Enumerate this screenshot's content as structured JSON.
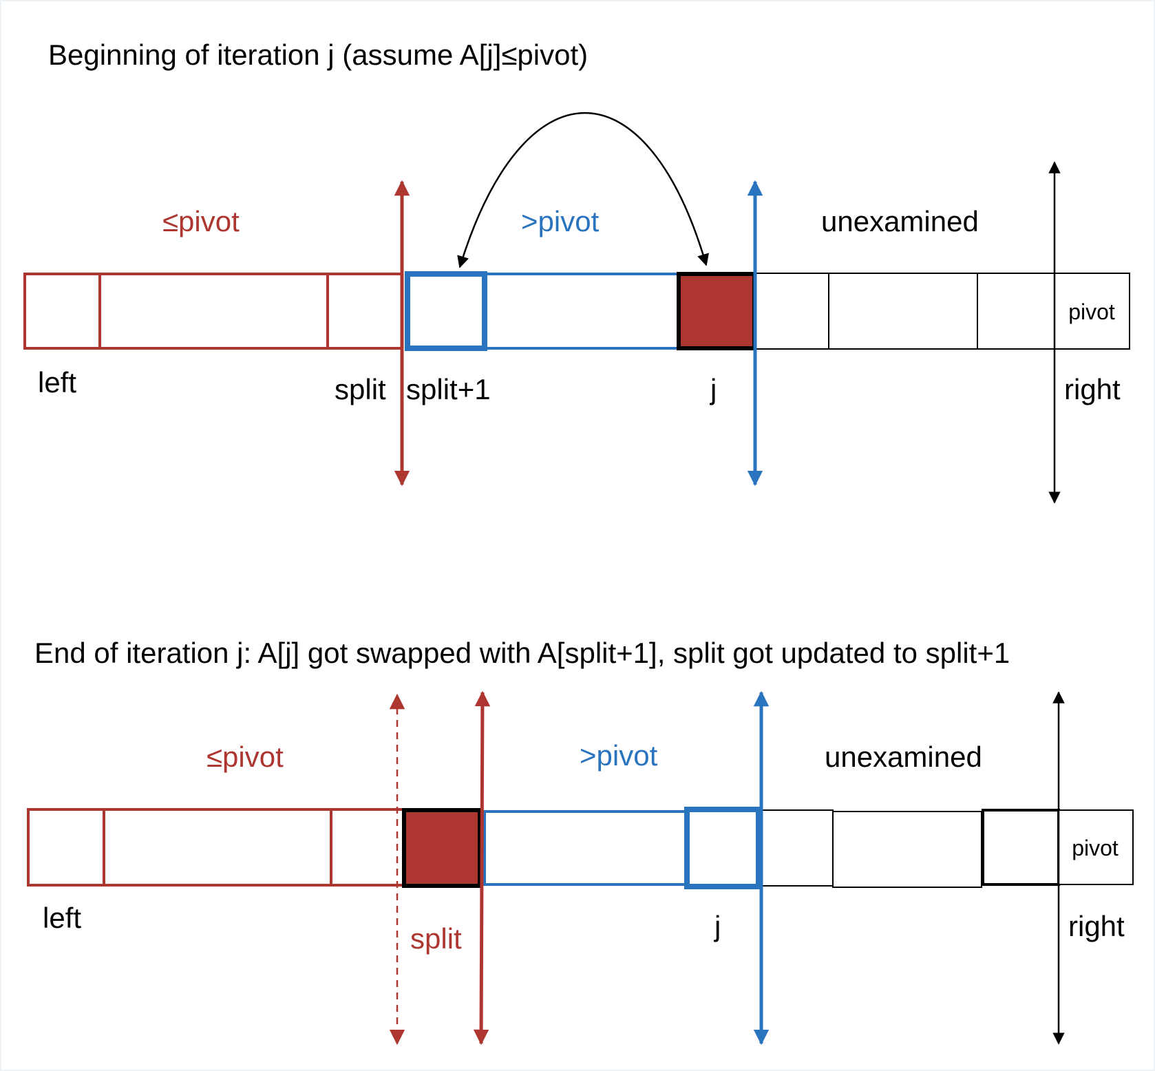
{
  "colors": {
    "red": "#ad3630",
    "blue": "#2a73be",
    "black": "#000000",
    "background": "#ffffff"
  },
  "top": {
    "caption": "Beginning of iteration j (assume A[j]≤pivot)",
    "region_le": "≤pivot",
    "region_gt": ">pivot",
    "region_unexamined": "unexamined",
    "label_left": "left",
    "label_split": "split",
    "label_split_plus1": "split+1",
    "label_j": "j",
    "label_right": "right",
    "cell_pivot": "pivot"
  },
  "bottom": {
    "caption": "End of iteration j: A[j] got swapped with A[split+1], split got updated to split+1",
    "region_le": "≤pivot",
    "region_gt": ">pivot",
    "region_unexamined": "unexamined",
    "label_left": "left",
    "label_split": "split",
    "label_j": "j",
    "label_right": "right",
    "cell_pivot": "pivot"
  }
}
